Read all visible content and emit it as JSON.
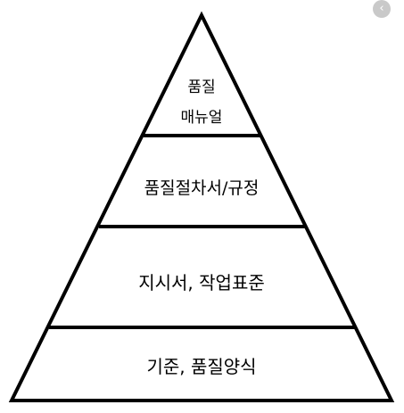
{
  "diagram": {
    "tiers": [
      {
        "lines": [
          "품질",
          "매뉴얼"
        ]
      },
      {
        "lines": [
          "품질절차서/규정"
        ]
      },
      {
        "lines": [
          "지시서, 작업표준"
        ]
      },
      {
        "lines": [
          "기준, 품질양식"
        ]
      }
    ]
  },
  "controls": {
    "back_icon": "chevron-left-icon",
    "back_glyph": "‹"
  },
  "colors": {
    "stroke": "#000000",
    "background": "#ffffff",
    "button": "#c9c9c9"
  }
}
